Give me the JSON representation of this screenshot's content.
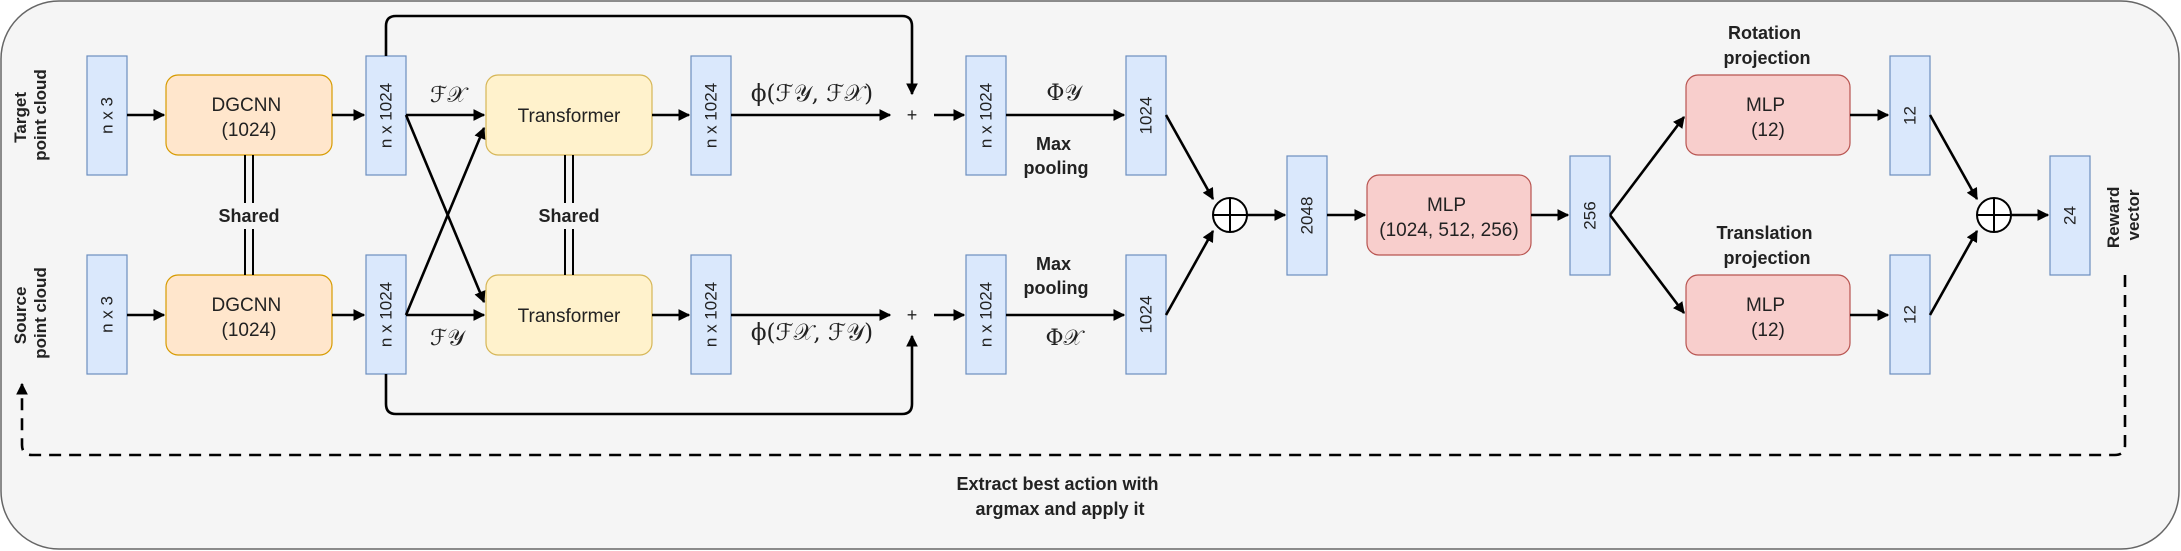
{
  "side_labels": {
    "target": [
      "Target",
      "point cloud"
    ],
    "source": [
      "Source",
      "point cloud"
    ],
    "reward": [
      "Reward",
      "vector"
    ]
  },
  "tensors": {
    "in_top": "n x 3",
    "in_bot": "n x 3",
    "emb_top": "n x 1024",
    "emb_bot": "n x 1024",
    "tr_top": "n x 1024",
    "tr_bot": "n x 1024",
    "sum_top": "n x 1024",
    "sum_bot": "n x 1024",
    "pool_top": "1024",
    "pool_bot": "1024",
    "concat": "2048",
    "feat": "256",
    "rot_out": "12",
    "trans_out": "12",
    "reward": "24"
  },
  "blocks": {
    "dgcnn_top": [
      "DGCNN",
      "(1024)"
    ],
    "dgcnn_bot": [
      "DGCNN",
      "(1024)"
    ],
    "transformer_top": "Transformer",
    "transformer_bot": "Transformer",
    "mlp_main": [
      "MLP",
      "(1024, 512, 256)"
    ],
    "mlp_rot": [
      "MLP",
      "(12)"
    ],
    "mlp_trans": [
      "MLP",
      "(12)"
    ]
  },
  "labels": {
    "shared_left": "Shared",
    "shared_mid": "Shared",
    "maxpool_top": [
      "Max",
      "pooling"
    ],
    "maxpool_bot": [
      "Max",
      "pooling"
    ],
    "rotation_head": [
      "Rotation",
      "projection"
    ],
    "translation_head": [
      "Translation",
      "projection"
    ],
    "feedback": [
      "Extract best action with",
      "argmax and apply it"
    ],
    "plus_top": "+",
    "plus_bot": "+"
  },
  "math": {
    "fx": "ℱ𝒳",
    "fy": "ℱ𝒴",
    "phi_top": "ϕ(ℱ𝒴, ℱ𝒳)",
    "phi_bot": "ϕ(ℱ𝒳, ℱ𝒴)",
    "Phi_y": "Φ𝒴",
    "Phi_x": "Φ𝒳"
  }
}
